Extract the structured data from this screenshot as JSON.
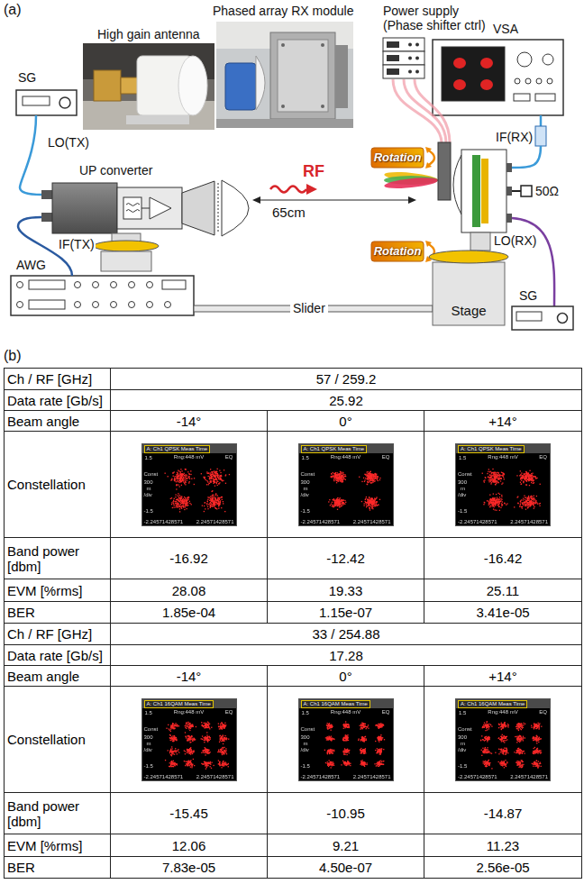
{
  "diagram": {
    "nodes": [
      {
        "text": [
          "SG"
        ]
      },
      {
        "text": [
          "UP converter"
        ]
      },
      {
        "text": [
          "High gain antenna"
        ]
      },
      {
        "text": [
          "Phased array RX module"
        ]
      },
      {
        "text": [
          "Power supply (Phase shifter ctrl)"
        ]
      },
      {
        "text": [
          "VSA"
        ]
      },
      {
        "text": [
          "AWG"
        ]
      },
      {
        "text": [
          "SG"
        ]
      },
      {
        "text": [
          "Stage"
        ]
      }
    ],
    "edges": [
      {
        "from": 0,
        "to": 1,
        "label": "LO(TX)",
        "arrow": "none"
      },
      {
        "from": 6,
        "to": 1,
        "label": "IF(TX)",
        "arrow": "none"
      }
    ],
    "labels": [
      "(a)",
      "RF",
      "65cm",
      "Rotation",
      "Rotation",
      "IF(RX)",
      "50Ω",
      "LO(RX)",
      "Slider",
      "(b)",
      "Ch / RF [GHz]",
      "57 / 259.2",
      "Data rate [Gb/s]",
      "25.92",
      "Beam angle",
      "-14°",
      "0°",
      "+14°",
      "Constellation",
      "A: Ch1 QPSK Meas Time",
      "Rng:448 mV",
      "EQ",
      "1.5",
      "Const",
      "300",
      "m",
      "/div",
      "-1.5",
      "-2.24571428571",
      "2.24571428571",
      "A: Ch1 QPSK Meas Time",
      "Rng:448 mV",
      "EQ",
      "1.5",
      "Const",
      "300",
      "m",
      "/div",
      "-1.5",
      "-2.24571428571",
      "2.24571428571",
      "A: Ch1 QPSK Meas Time",
      "Rng:448 mV",
      "EQ",
      "1.5",
      "Const",
      "300",
      "m",
      "/div",
      "-1.5",
      "-2.24571428571",
      "2.24571428571",
      "Band power [dbm]",
      "-16.92",
      "-12.42",
      "-16.42",
      "EVM [%rms]",
      "28.08",
      "19.33",
      "25.11",
      "BER",
      "1.85e-04",
      "1.15e-07",
      "3.41e-05",
      "Ch / RF [GHz]",
      "33 / 254.88",
      "Data rate [Gb/s]",
      "17.28",
      "Beam angle",
      "-14°",
      "0°",
      "+14°",
      "Constellation",
      "A: Ch1 16QAM Meas Time",
      "Rng:448 mV",
      "EQ",
      "1.5",
      "Const",
      "300",
      "m",
      "/div",
      "-1.5",
      "-2.24571428571",
      "2.24571428571",
      "A: Ch1 16QAM Meas Time",
      "Rng:448 mV",
      "EQ",
      "1.5",
      "Const",
      "300",
      "m",
      "/div",
      "-1.5",
      "-2.24571428571",
      "2.24571428571",
      "A: Ch1 16QAM Meas Time",
      "Rng:448 mV",
      "EQ",
      "1.5",
      "Const",
      "300",
      "m",
      "/div",
      "-1.5",
      "-2.24571428571",
      "2.24571428571",
      "Band power [dbm]",
      "-15.45",
      "-10.95",
      "-14.87",
      "EVM [%rms]",
      "12.06",
      "9.21",
      "11.23",
      "BER",
      "7.83e-05",
      "4.50e-07",
      "2.56e-05"
    ]
  }
}
